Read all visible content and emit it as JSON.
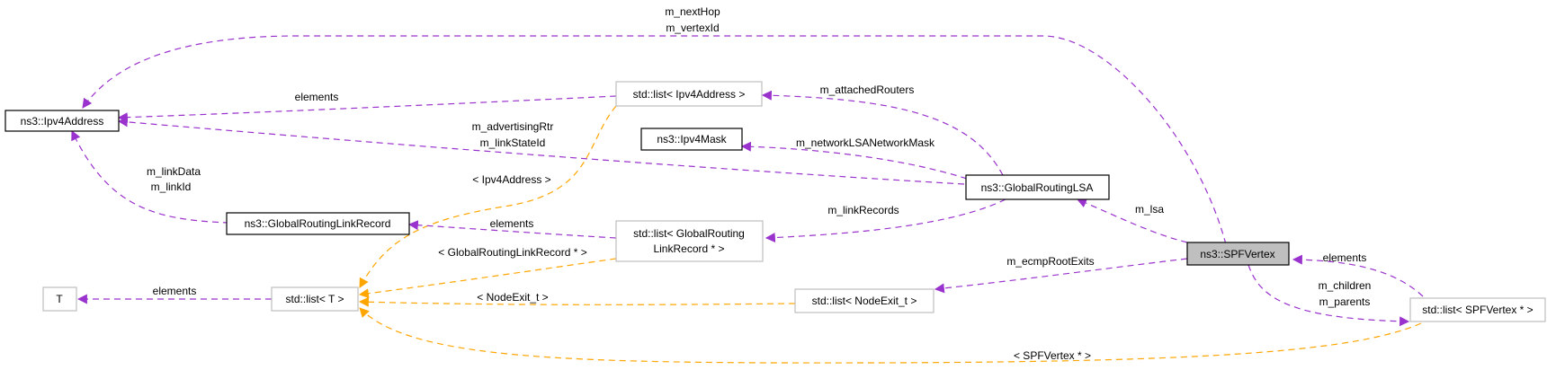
{
  "colors": {
    "member_edge": "#9a32cd",
    "template_edge": "#ffa500",
    "focus_node_fill": "#bfbfbf",
    "grey_node_border": "#bfbfbf"
  },
  "nodes": {
    "spf_vertex": "ns3::SPFVertex",
    "ipv4_address": "ns3::Ipv4Address",
    "ipv4_mask": "ns3::Ipv4Mask",
    "global_routing_lsa": "ns3::GlobalRoutingLSA",
    "global_routing_link_record": "ns3::GlobalRoutingLinkRecord",
    "list_ipv4_address": "std::list< Ipv4Address >",
    "list_link_record": [
      "std::list< GlobalRouting",
      "LinkRecord * >"
    ],
    "t": "T",
    "list_t": "std::list< T >",
    "list_node_exit": "std::list< NodeExit_t >",
    "list_spf_vertex": "std::list< SPFVertex * >"
  },
  "edge_labels": {
    "next_hop_vertex_id": [
      "m_nextHop",
      "m_vertexId"
    ],
    "list_ipv4_elements": "elements",
    "attached_routers": "m_attachedRouters",
    "advertising_rtr": [
      "m_advertisingRtr",
      "m_linkStateId"
    ],
    "network_lsa_mask": "m_networkLSANetworkMask",
    "link_data": [
      "m_linkData",
      "m_linkId"
    ],
    "tmpl_ipv4": "< Ipv4Address >",
    "link_records": "m_linkRecords",
    "lsa": "m_lsa",
    "list_link_record_elements": "elements",
    "tmpl_link_record": "< GlobalRoutingLinkRecord * >",
    "ecmp_root_exits": "m_ecmpRootExits",
    "spf_list_elements": "elements",
    "children_parents": [
      "m_children",
      "m_parents"
    ],
    "t_elements": "elements",
    "tmpl_node_exit": "< NodeExit_t >",
    "tmpl_spf_vertex": "< SPFVertex * >"
  }
}
